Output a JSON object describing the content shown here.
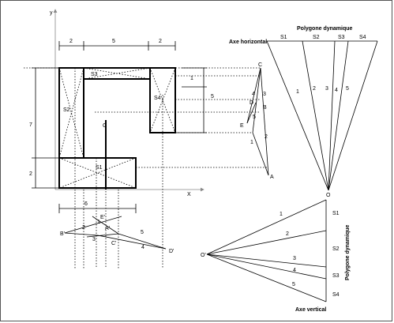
{
  "axes": {
    "y": "y",
    "x": "X"
  },
  "dimensions": {
    "top_left_width": "2",
    "top_mid_width": "5",
    "top_right_width": "2",
    "left_height": "7",
    "left_base": "2",
    "right_top": "1",
    "right_mid": "5",
    "bottom_width": "6"
  },
  "sections": {
    "s1": "S1",
    "s2": "S2",
    "s3": "S3",
    "s4": "S4",
    "g": "G"
  },
  "funicular_bottom": {
    "a": "A'",
    "b": "B'",
    "c": "C'",
    "d": "D'",
    "e": "E'",
    "r1": "1",
    "r2": "2",
    "r3": "3",
    "r4": "4",
    "r5": "5"
  },
  "force_small": {
    "a": "A",
    "b": "B",
    "c": "C",
    "d": "D",
    "e": "E",
    "r1": "1",
    "r2": "2",
    "r3": "3",
    "r4": "4",
    "r5": "5"
  },
  "polygon_top": {
    "title": "Polygone dynamique",
    "axis": "Axe horizontal",
    "sections": [
      "S1",
      "S2",
      "S3",
      "S4"
    ],
    "rays": [
      "1",
      "2",
      "3",
      "4",
      "5"
    ],
    "pole": "O"
  },
  "polygon_side": {
    "title": "Polygone dynamique",
    "axis": "Axe vertical",
    "sections": [
      "S1",
      "S2",
      "S3",
      "S4"
    ],
    "rays": [
      "1",
      "2",
      "3",
      "4",
      "5"
    ],
    "pole": "O'"
  }
}
